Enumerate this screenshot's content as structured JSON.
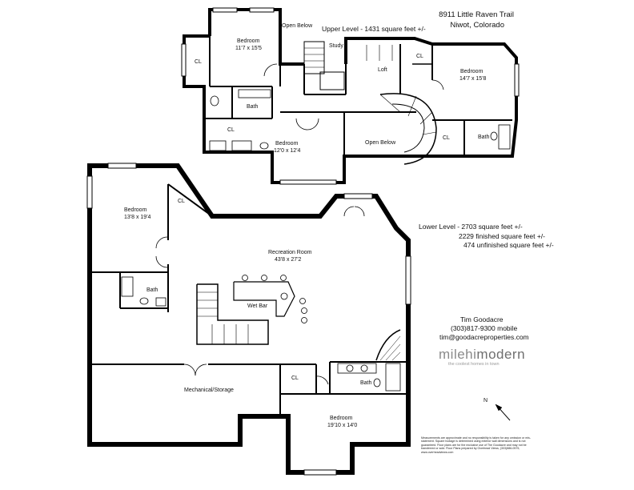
{
  "header": {
    "address": "8911 Little Raven Trail",
    "city": "Niwot, Colorado",
    "upper_level": "Upper Level - 1431 square feet +/-"
  },
  "lower_level_info": {
    "total": "Lower Level -  2703 square feet +/-",
    "finished": "2229 finished square feet +/-",
    "unfinished": "474 unfinished square feet +/-"
  },
  "contact": {
    "name": "Tim Goodacre",
    "phone": "(303)817-9300 mobile",
    "email": "tim@goodacreproperties.com"
  },
  "brand": {
    "name_a": "milehi",
    "name_b": "modern",
    "tagline": "the coolest homes in town"
  },
  "disclaimer": "Measurements are approximate and no responsibility is taken for any omission or mis-statement. Square footage is determined using exterior wall dimensions and is not guaranteed. Floor plans are for the exclusive use of The Goodacre and may not be transferred or sold. Floor Plans prepared by Overhead Views, (303)886-0575, www.overheadviews.com",
  "compass": "N",
  "upper_rooms": {
    "open_below_1": "Open Below",
    "bedroom_1": "Bedroom",
    "bedroom_1_dim": "11'7 x 15'5",
    "cl_1": "CL",
    "study": "Study",
    "loft": "Loft",
    "cl_2": "CL",
    "bedroom_2": "Bedroom",
    "bedroom_2_dim": "14'7 x 15'8",
    "bath_1": "Bath",
    "cl_3": "CL",
    "bedroom_3": "Bedroom",
    "bedroom_3_dim": "12'0 x 12'4",
    "open_below_2": "Open Below",
    "cl_4": "CL",
    "bath_2": "Bath"
  },
  "lower_rooms": {
    "bedroom_1": "Bedroom",
    "bedroom_1_dim": "13'8 x 19'4",
    "cl_1": "CL",
    "rec_room": "Recreation Room",
    "rec_room_dim": "43'8 x 27'2",
    "bath_1": "Bath",
    "wet_bar": "Wet Bar",
    "mech": "Mechanical/Storage",
    "cl_2": "CL",
    "bath_2": "Bath",
    "bedroom_2": "Bedroom",
    "bedroom_2_dim": "19'10 x 14'0"
  }
}
